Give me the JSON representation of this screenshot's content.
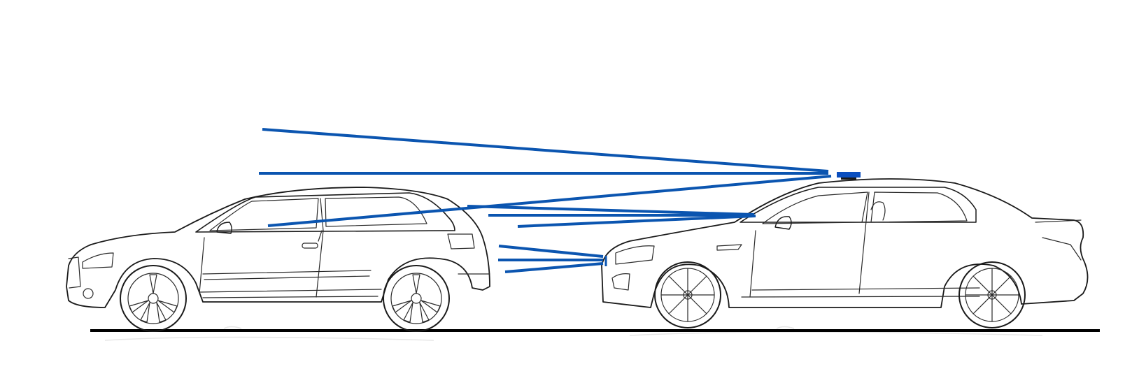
{
  "colors": {
    "beam": "#0b55b0",
    "lightbar": "#0b4fbf",
    "ground": "#000000",
    "outline": "#1a1a1a",
    "background": "#ffffff"
  },
  "scene": {
    "description_free": true,
    "beam_sources": [
      "roof-lightbar",
      "windshield-sensor",
      "front-bumper-sensor"
    ],
    "vehicles": [
      "hatchback",
      "sedan"
    ]
  }
}
